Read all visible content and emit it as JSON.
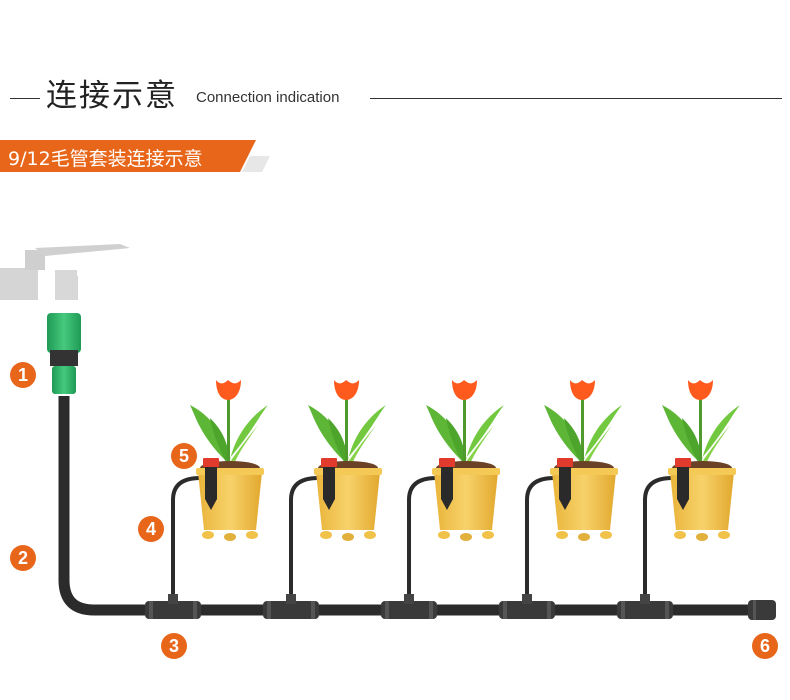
{
  "header": {
    "title_cn": "连接示意",
    "title_en": "Connection indication"
  },
  "banner": {
    "text": "9/12毛管套装连接示意"
  },
  "colors": {
    "accent": "#e8661a",
    "pipe": "#2b2b2b",
    "connector_green": "#2fb36a",
    "pot": "#f1c24a",
    "tulip": "#ff5a1e",
    "leaf": "#6cc23a"
  },
  "markers": [
    "1",
    "2",
    "3",
    "4",
    "5",
    "6"
  ],
  "icons": {
    "faucet": "faucet-icon",
    "hose_connector": "hose-connector-icon",
    "plant": "potted-tulip-icon",
    "tee": "tee-connector-icon",
    "dripper": "dripper-stake-icon",
    "end_plug": "end-plug-icon"
  }
}
